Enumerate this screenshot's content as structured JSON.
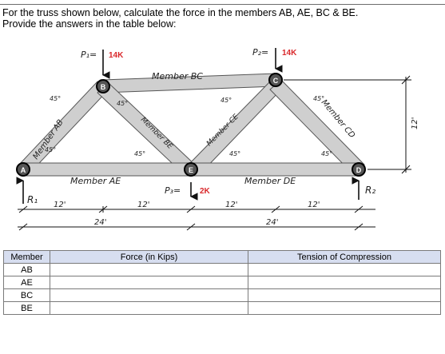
{
  "prompt": {
    "line1": "For the truss shown below, calculate the force in the members AB, AE, BC & BE.",
    "line2": "Provide the answers in the table below:"
  },
  "diagram": {
    "nodes": {
      "A": "A",
      "B": "B",
      "C": "C",
      "D": "D",
      "E": "E"
    },
    "loads": {
      "p1_label": "P₁=",
      "p1_value": "14K",
      "p2_label": "P₂=",
      "p2_value": "14K",
      "p3_label": "P₃=",
      "p3_value": "2K"
    },
    "members": {
      "ab": "Member AB",
      "bc": "Member BC",
      "be": "Member BE",
      "ce": "Member CE",
      "cd": "Member CD",
      "ae": "Member AE",
      "de": "Member DE"
    },
    "reactions": {
      "r1": "R₁",
      "r2": "R₂"
    },
    "angles": "45°",
    "dims": {
      "seg1": "12'",
      "seg2": "12'",
      "seg3": "12'",
      "seg4": "12'",
      "span_left": "24'",
      "span_right": "24'",
      "height": "12'"
    }
  },
  "table": {
    "headers": {
      "member": "Member",
      "force": "Force (in Kips)",
      "tension": "Tension of Compression"
    },
    "rows": [
      {
        "member": "AB",
        "force": "",
        "tension": ""
      },
      {
        "member": "AE",
        "force": "",
        "tension": ""
      },
      {
        "member": "BC",
        "force": "",
        "tension": ""
      },
      {
        "member": "BE",
        "force": "",
        "tension": ""
      }
    ]
  },
  "colors": {
    "member_fill": "#cfcfcf",
    "load_red": "#d9282b",
    "header_blue": "#d7def0"
  }
}
